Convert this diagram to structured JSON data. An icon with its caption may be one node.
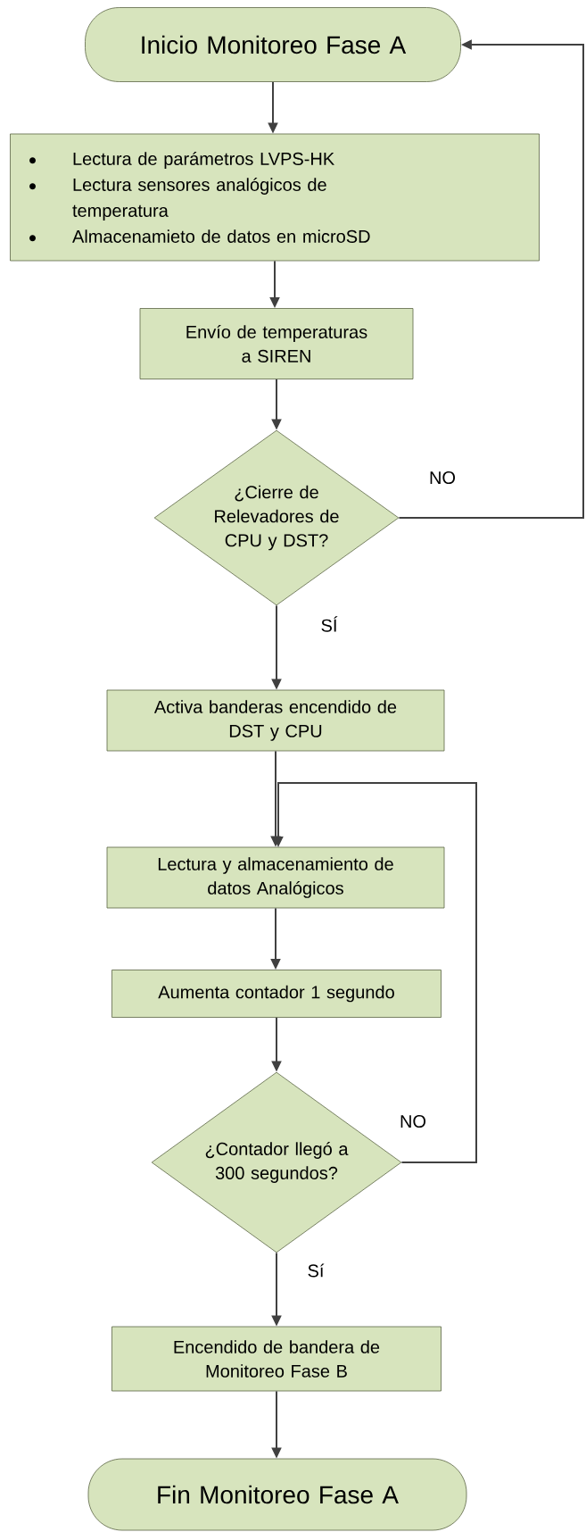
{
  "diagram": {
    "nodes": [
      {
        "text": [
          "Inicio Monitoreo Fase A"
        ]
      },
      {
        "text": [
          "Lectura de parámetros LVPS-HK",
          "Lectura sensores analógicos de temperatura",
          "Almacenamieto de datos en microSD"
        ]
      },
      {
        "text": [
          "Envío de temperaturas a SIREN"
        ]
      },
      {
        "text": [
          "¿Cierre de Relevadores de CPU y DST?"
        ]
      },
      {
        "text": [
          "Activa banderas encendido de DST y CPU"
        ]
      },
      {
        "text": [
          "Lectura y almacenamiento de datos Analógicos"
        ]
      },
      {
        "text": [
          "Aumenta contador 1 segundo"
        ]
      },
      {
        "text": [
          "¿Contador llegó a 300 segundos?"
        ]
      },
      {
        "text": [
          "Encendido de bandera de Monitoreo Fase B"
        ]
      },
      {
        "text": [
          "Fin Monitoreo Fase A"
        ]
      }
    ],
    "edges": [
      {
        "from": 0,
        "to": 1,
        "arrow": "to"
      },
      {
        "from": 1,
        "to": 2,
        "arrow": "to"
      },
      {
        "from": 2,
        "to": 3,
        "arrow": "to"
      },
      {
        "from": 3,
        "to": 4,
        "arrow": "to",
        "label": "SÍ"
      },
      {
        "from": 3,
        "to": 0,
        "arrow": "to",
        "label": "NO"
      },
      {
        "from": 4,
        "to": 5,
        "arrow": "to"
      },
      {
        "from": 5,
        "to": 6,
        "arrow": "to"
      },
      {
        "from": 6,
        "to": 7,
        "arrow": "to"
      },
      {
        "from": 7,
        "to": 5,
        "arrow": "to",
        "label": "NO"
      },
      {
        "from": 7,
        "to": 8,
        "arrow": "to",
        "label": "Sí"
      },
      {
        "from": 8,
        "to": 9,
        "arrow": "to"
      }
    ]
  }
}
